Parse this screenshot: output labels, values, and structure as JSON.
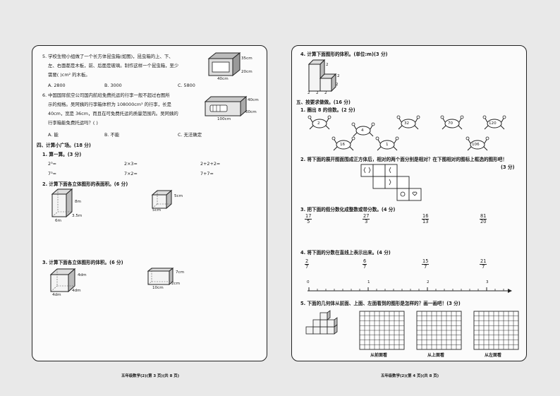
{
  "left": {
    "q5": {
      "line1": "5. 学校生物小组做了一个长方体昆虫箱(如图)，昆虫箱的上、下、",
      "line2": "左、右面都是木板，前、后面是玻璃。制作这样一个昆虫箱，至少",
      "line3": "需要(        )cm² 的木板。",
      "fig_h": "35cm",
      "fig_d": "20cm",
      "fig_w": "40cm",
      "opts": [
        "A. 2800",
        "B. 3000",
        "C. 5800"
      ]
    },
    "q6": {
      "line1": "6. 中国国际航空公司国内航班免费托运的行李一般不超过右图所",
      "line2": "示的规格。吴阿姨的行李箱体积为 108000cm³ 的行李，长是",
      "line3": "40cm，宽是 36cm，而且在可免费托运的质量范围内。吴阿姨的",
      "line4": "行李箱能免费托运吗？(     )",
      "fig_h": "40cm",
      "fig_d": "60cm",
      "fig_w": "100cm",
      "opts": [
        "A. 能",
        "B. 不能",
        "C. 无法确定"
      ]
    },
    "sec4": "四、计算小广场。(18 分)",
    "q1": {
      "title": "1. 算一算。(3 分)",
      "cells": [
        "2³=",
        "2×3=",
        "2+2+2=",
        "7³=",
        "7×2=",
        "7+7="
      ]
    },
    "q2": {
      "title": "2. 计算下面各立体图形的表面积。(6 分)",
      "a_h": "8m",
      "a_w": "6m",
      "a_d": "3.5m",
      "b_s1": "5cm",
      "b_s2": "5cm"
    },
    "q3": {
      "title": "3. 计算下面各立体图形的体积。(6 分)",
      "a_h": "4dm",
      "a_d": "4dm",
      "a_w": "4dm",
      "b_h": "7cm",
      "b_w": "10cm",
      "b_d": "2cm"
    },
    "footer": "五年级数学(2)(第 3 页)(共 8 页)"
  },
  "right": {
    "q4": {
      "title": "4. 计算下面图形的体积。(单位:m)(3 分)",
      "dims": [
        "2",
        "2",
        "2",
        "2",
        "2",
        "2"
      ]
    },
    "sec5": "五、按要求做做。(16 分)",
    "q1": {
      "title": "1. 圈出 8 的倍数。(2 分)",
      "crabs": [
        "2",
        "4",
        "32",
        "70",
        "120",
        "16",
        "1",
        "106"
      ]
    },
    "q2": {
      "title": "2. 将下面的展开图面围成正方体后，相对的两个面分别是相对？在下图相对的图标上框选的图形吧！",
      "points": "(3 分)"
    },
    "q3": {
      "title": "3. 把下面的假分数化成整数或带分数。(4 分)",
      "fracs": [
        {
          "n": "17",
          "d": "5"
        },
        {
          "n": "27",
          "d": "3"
        },
        {
          "n": "16",
          "d": "13"
        },
        {
          "n": "81",
          "d": "20"
        }
      ]
    },
    "q4b": {
      "title": "4. 将下面的分数在直线上表示出来。(4 分)",
      "fracs": [
        {
          "n": "2",
          "d": "7"
        },
        {
          "n": "6",
          "d": "7"
        },
        {
          "n": "15",
          "d": "7"
        },
        {
          "n": "21",
          "d": "7"
        }
      ],
      "ticks": [
        "0",
        "1",
        "2",
        "3"
      ]
    },
    "q5": {
      "title": "5. 下面的几何体从前面、上面、左面看到的图形是怎样的？画一画吧！(3 分)",
      "labels": [
        "从前面看",
        "从上面看",
        "从左面看"
      ]
    },
    "footer": "五年级数学(2)(第 4 页)(共 8 页)"
  }
}
